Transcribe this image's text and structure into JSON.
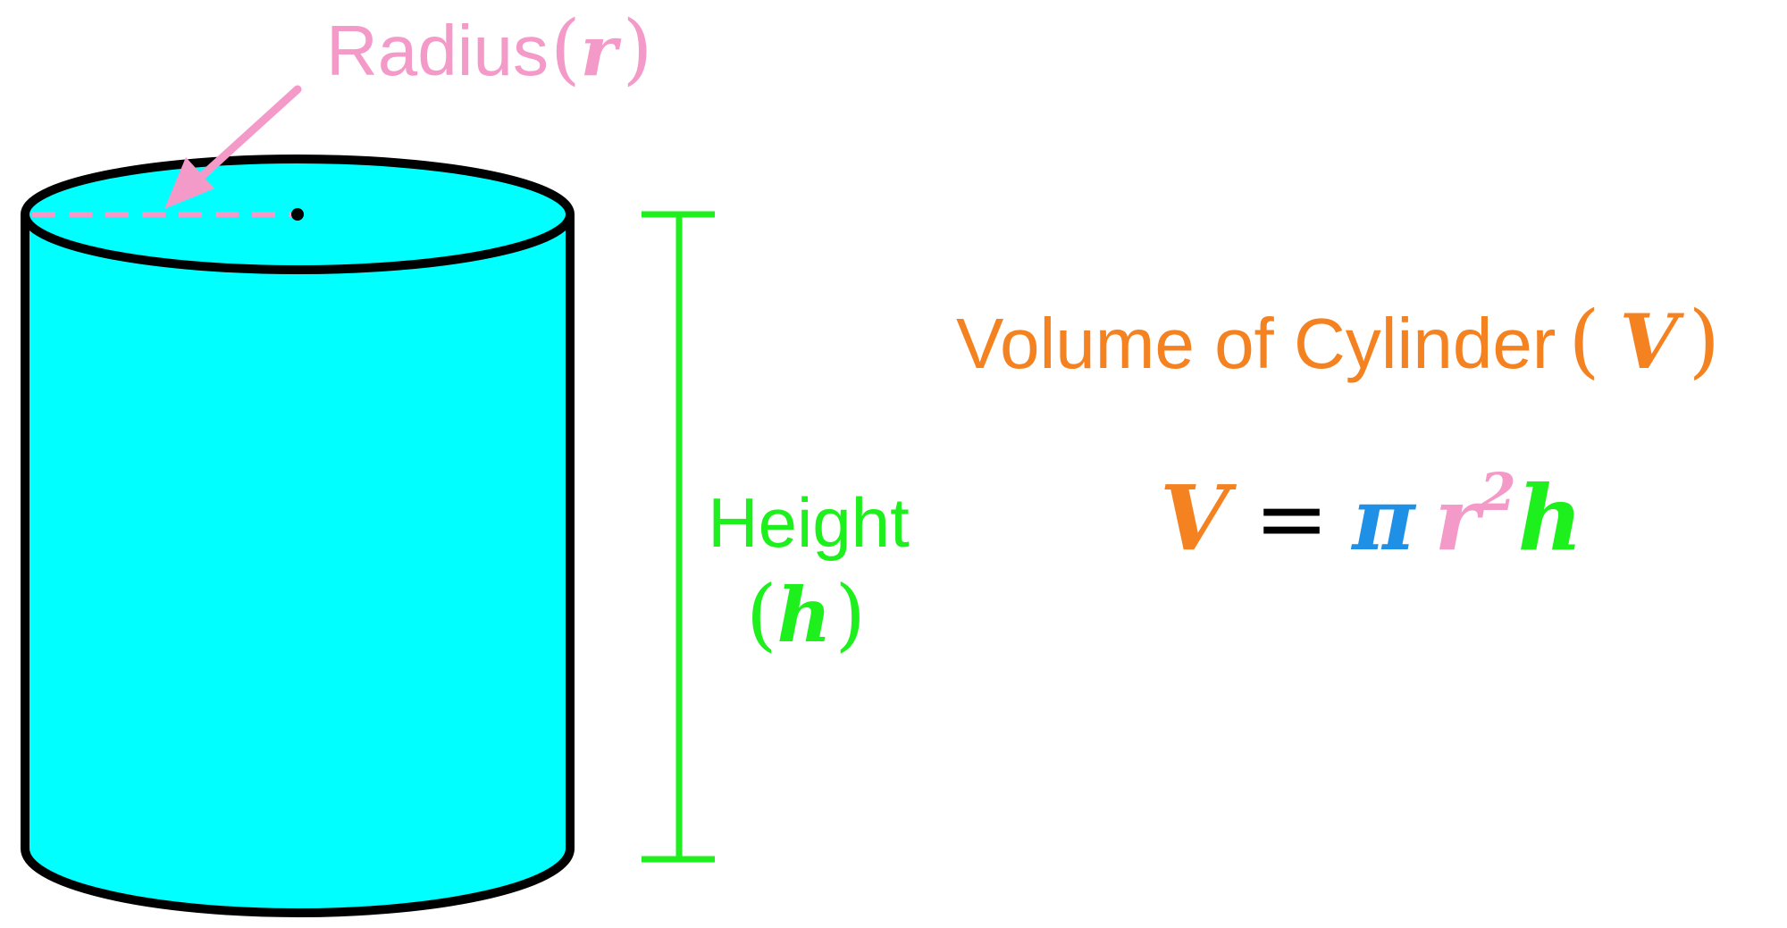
{
  "radius_label": {
    "text": "Radius",
    "open_paren": "(",
    "symbol": "r",
    "close_paren": ")",
    "color": "#F49AC9"
  },
  "height_label": {
    "text": "Height",
    "open_paren": "(",
    "symbol": "h",
    "close_paren": ")",
    "color": "#1EF01E"
  },
  "volume_title": {
    "text": "Volume of Cylinder",
    "open_paren": "(",
    "symbol": "V",
    "close_paren": ")",
    "color": "#F58220"
  },
  "formula": {
    "lhs": "V",
    "equals": "=",
    "pi": "π",
    "r": "r",
    "exponent": "2",
    "h": "h",
    "lhs_color": "#F58220",
    "equals_color": "#000000",
    "pi_color": "#1E90E6",
    "r_color": "#F49AC9",
    "h_color": "#1EF01E"
  },
  "colors": {
    "cylinder_fill": "#00FFFF",
    "cylinder_outline": "#000000",
    "height_bar": "#1EF01E",
    "radius": "#F49AC9",
    "center_dot": "#000000"
  }
}
